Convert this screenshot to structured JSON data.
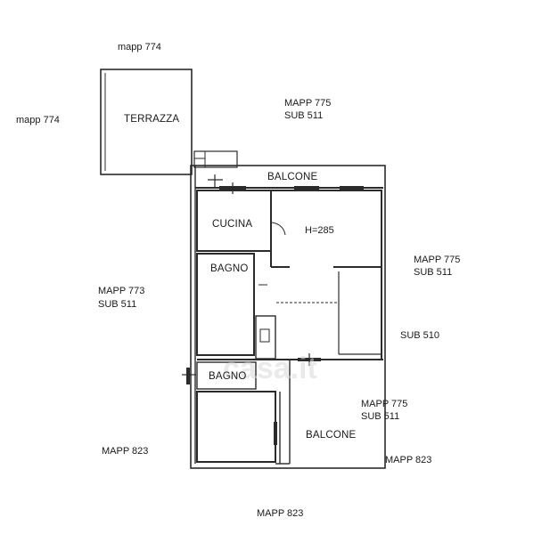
{
  "labels": {
    "mapp774_top": "mapp 774",
    "mapp774_left": "mapp 774",
    "terrazza": "TERRAZZA",
    "mapp775_top_a": "MAPP 775",
    "mapp775_top_b": "SUB 511",
    "balcone_top": "BALCONE",
    "cucina": "CUCINA",
    "height": "H=285",
    "mapp775_right_a": "MAPP 775",
    "mapp775_right_b": "SUB 511",
    "bagno1": "BAGNO",
    "mapp773_a": "MAPP 773",
    "mapp773_b": "SUB 511",
    "sub510": "SUB 510",
    "bagno2": "BAGNO",
    "mapp775_bottom_a": "MAPP 775",
    "mapp775_bottom_b": "SUB 511",
    "balcone_bottom": "BALCONE",
    "mapp823_left": "MAPP 823",
    "mapp823_right": "MAPP 823",
    "mapp823_bottom": "MAPP 823"
  },
  "watermark": "casa.it",
  "colors": {
    "wall": "#2b2b2b",
    "text": "#1a1a1a",
    "watermark": "#d9d9d9"
  }
}
